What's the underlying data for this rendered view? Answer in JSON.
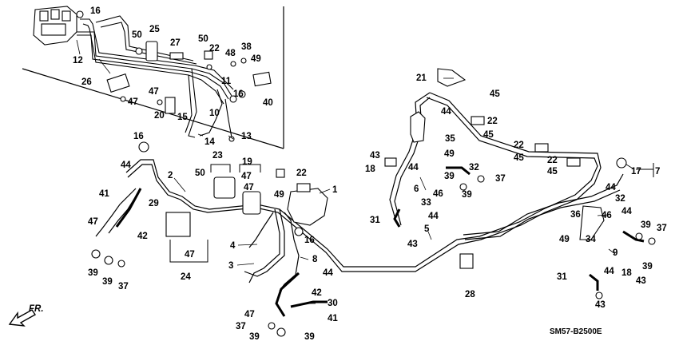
{
  "diagram_code": "SM57-B2500E",
  "front_label": "FR.",
  "callouts": {
    "c1": "1",
    "c2": "2",
    "c3": "3",
    "c4": "4",
    "c5": "5",
    "c6": "6",
    "c7": "7",
    "c8": "8",
    "c9": "9",
    "c10": "10",
    "c11": "11",
    "c12": "12",
    "c13": "13",
    "c14": "14",
    "c15": "15",
    "c16a": "16",
    "c16b": "16",
    "c16c": "16",
    "c16d": "16",
    "c17": "17",
    "c18a": "18",
    "c18b": "18",
    "c19": "19",
    "c20": "20",
    "c21": "21",
    "c22a": "22",
    "c22b": "22",
    "c22c": "22",
    "c22d": "22",
    "c22e": "22",
    "c23": "23",
    "c24": "24",
    "c25": "25",
    "c26": "26",
    "c27": "27",
    "c28": "28",
    "c29": "29",
    "c30": "30",
    "c31a": "31",
    "c31b": "31",
    "c32a": "32",
    "c32b": "32",
    "c33": "33",
    "c34": "34",
    "c35": "35",
    "c36": "36",
    "c37a": "37",
    "c37b": "37",
    "c37c": "37",
    "c37d": "37",
    "c38": "38",
    "c39a": "39",
    "c39b": "39",
    "c39c": "39",
    "c39d": "39",
    "c39e": "39",
    "c39f": "39",
    "c39g": "39",
    "c39h": "39",
    "c40": "40",
    "c41a": "41",
    "c41b": "41",
    "c42a": "42",
    "c42b": "42",
    "c43a": "43",
    "c43b": "43",
    "c43c": "43",
    "c43d": "43",
    "c44a": "44",
    "c44b": "44",
    "c44c": "44",
    "c44d": "44",
    "c44e": "44",
    "c44f": "44",
    "c44g": "44",
    "c44h": "44",
    "c45a": "45",
    "c45b": "45",
    "c45c": "45",
    "c45d": "45",
    "c46a": "46",
    "c46b": "46",
    "c47a": "47",
    "c47b": "47",
    "c47c": "47",
    "c47d": "47",
    "c47e": "47",
    "c47f": "47",
    "c47g": "47",
    "c48": "48",
    "c49a": "49",
    "c49b": "49",
    "c49c": "49",
    "c49d": "49",
    "c50a": "50",
    "c50b": "50",
    "c50c": "50"
  }
}
